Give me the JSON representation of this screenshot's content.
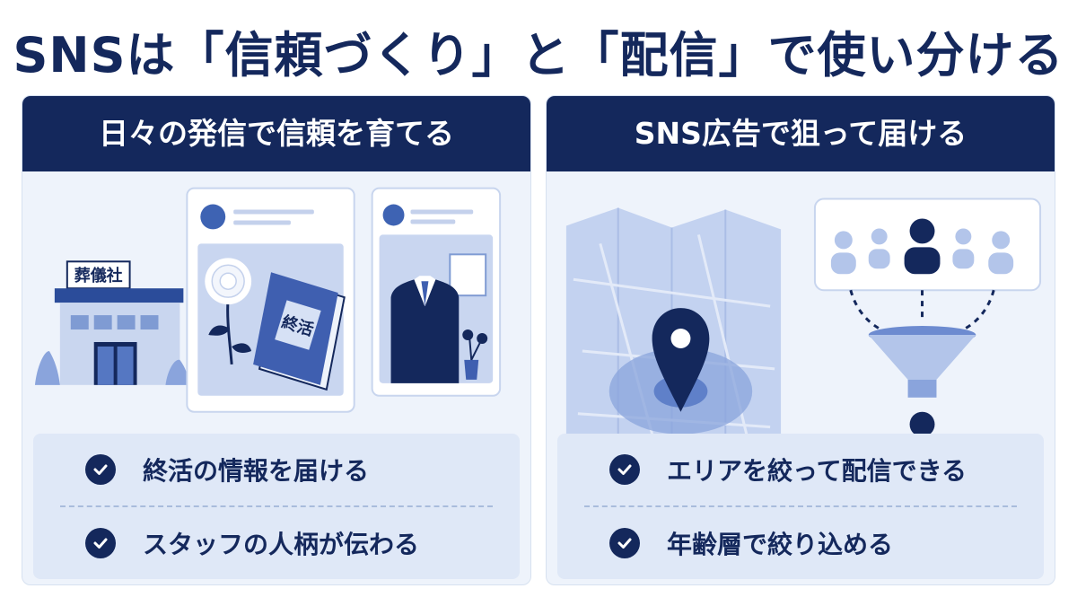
{
  "title": "SNSは「信頼づくり」と「配信」で使い分ける",
  "left_panel": {
    "heading": "日々の発信で信頼を育てる",
    "building_sign": "葬儀社",
    "book_label": "終活",
    "checks": [
      "終活の情報を届ける",
      "スタッフの人柄が伝わる"
    ]
  },
  "right_panel": {
    "heading": "SNS広告で狙って届ける",
    "checks": [
      "エリアを絞って配信できる",
      "年齢層で絞り込める"
    ]
  },
  "colors": {
    "navy": "#14285c",
    "panel_bg": "#eef3fb",
    "light_blue": "#a9bde6",
    "check_bg": "#dfe8f7"
  }
}
